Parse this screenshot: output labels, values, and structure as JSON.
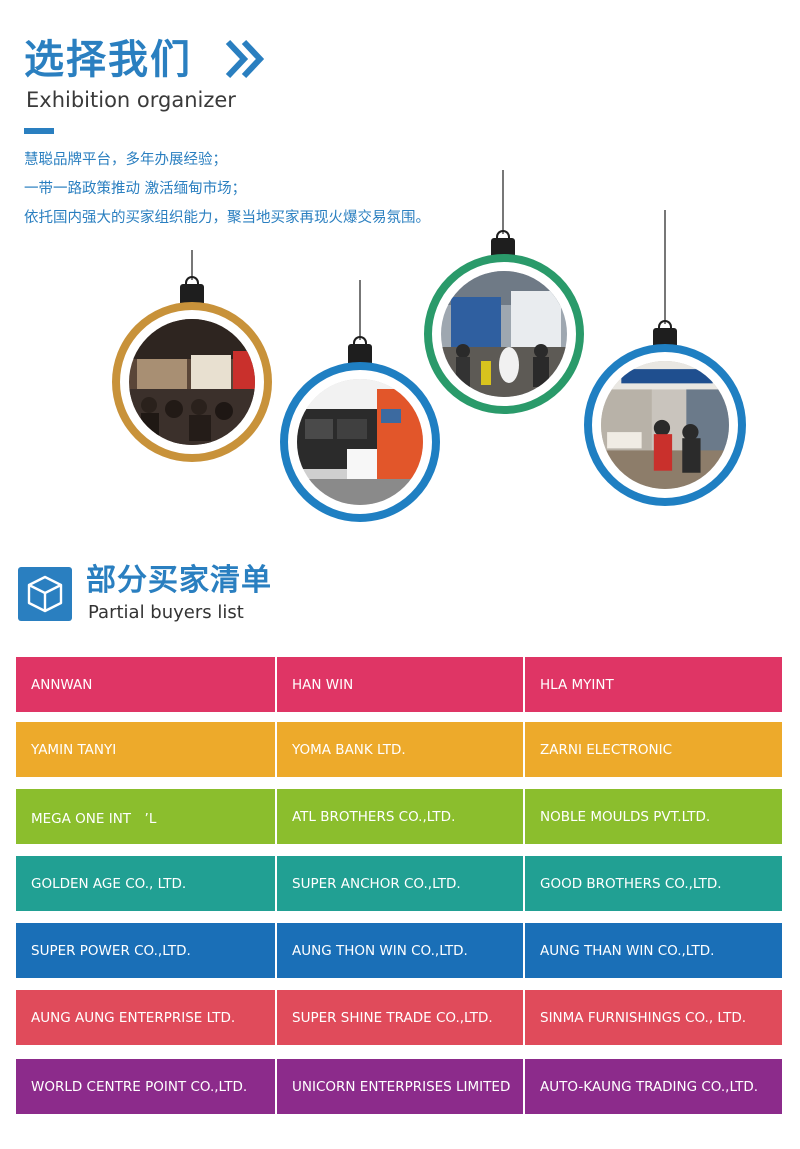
{
  "header": {
    "title_cn": "选择我们",
    "title_en": "Exhibition organizer",
    "intro_lines": [
      "慧聪品牌平台，多年办展经验；",
      "一带一路政策推动 激活缅甸市场；",
      "依托国内强大的买家组织能力，聚当地买家再现火爆交易氛围。"
    ]
  },
  "colors": {
    "accent": "#2a7fc0",
    "ornament_rings": [
      "#c8923a",
      "#1f7fc2",
      "#2a9a6a",
      "#1f7fc2"
    ]
  },
  "section2": {
    "icon": "box-icon",
    "title_cn": "部分买家清单",
    "title_en": "Partial buyers list"
  },
  "buyers": {
    "row_colors": [
      "#df3565",
      "#edaa2b",
      "#8bbe2d",
      "#21a093",
      "#1a6fb7",
      "#e04b5b",
      "#8c2b8b"
    ],
    "rows": [
      [
        "ANNWAN",
        "HAN WIN",
        "HLA MYINT"
      ],
      [
        "YAMIN TANYI",
        "YOMA BANK LTD.",
        "ZARNI ELECTRONIC"
      ],
      [
        "MEGA ONE INT　’L",
        "ATL BROTHERS CO.,LTD.",
        "NOBLE MOULDS PVT.LTD."
      ],
      [
        "GOLDEN AGE CO., LTD.",
        "SUPER ANCHOR CO.,LTD.",
        "GOOD BROTHERS CO.,LTD."
      ],
      [
        "SUPER POWER CO.,LTD.",
        "AUNG THON WIN CO.,LTD.",
        "AUNG THAN WIN CO.,LTD."
      ],
      [
        "AUNG AUNG ENTERPRISE LTD.",
        "SUPER SHINE TRADE CO.,LTD.",
        "SINMA FURNISHINGS CO., LTD."
      ],
      [
        "WORLD CENTRE POINT CO.,LTD.",
        "UNICORN ENTERPRISES LIMITED",
        "AUTO-KAUNG TRADING CO.,LTD."
      ]
    ]
  }
}
